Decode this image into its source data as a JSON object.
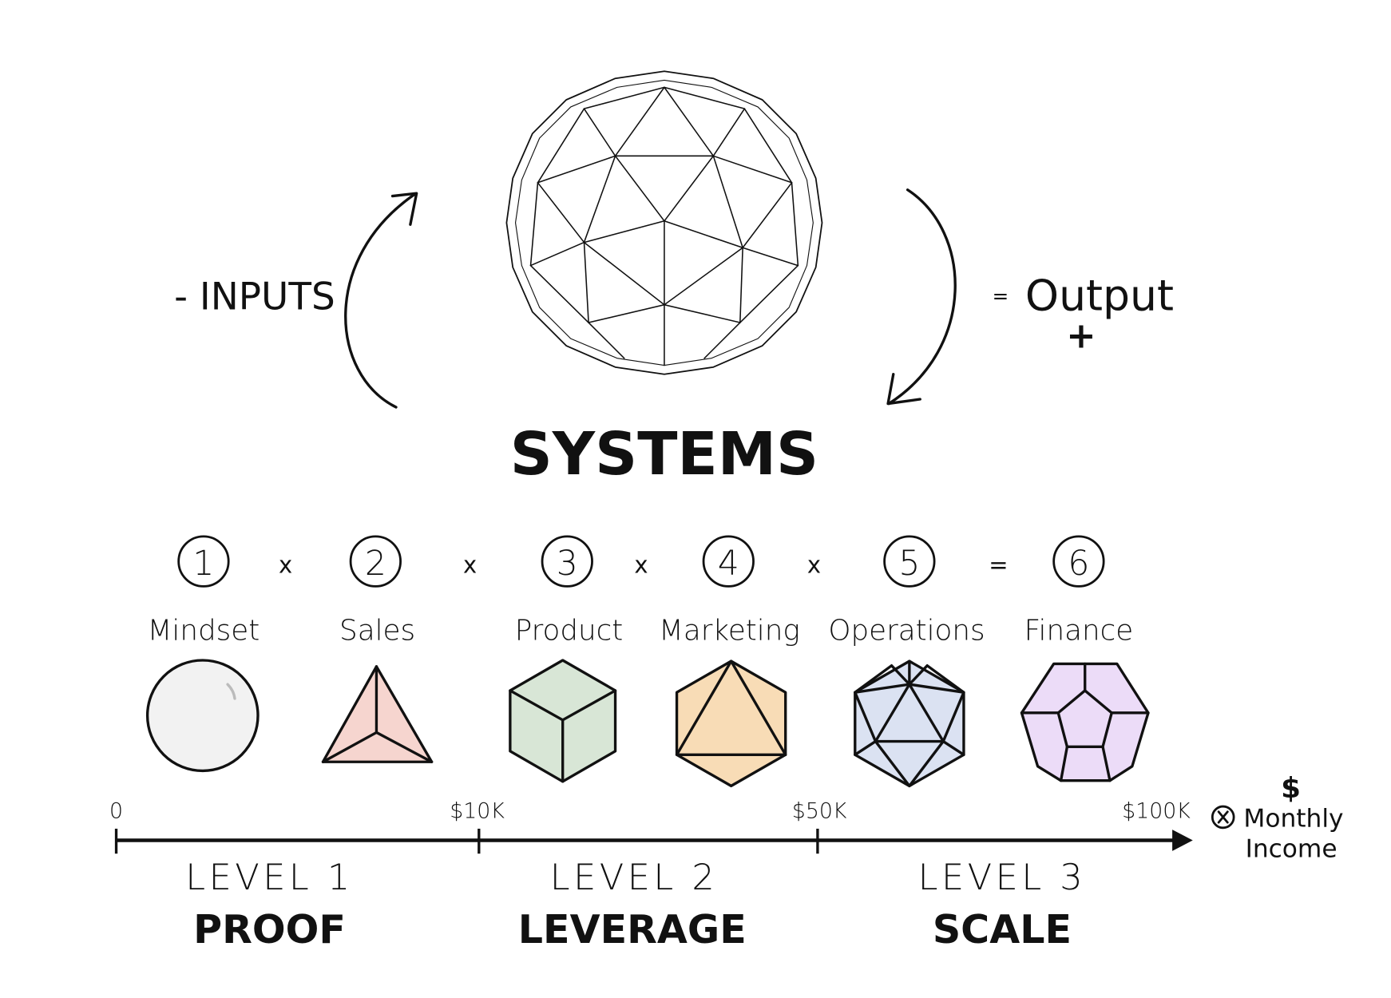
{
  "header": {
    "inputs_label": "- INPUTS",
    "equals": "=",
    "output_label": "Output",
    "plus": "+",
    "systems_title": "SYSTEMS"
  },
  "steps": [
    {
      "number": "1",
      "label": "Mindset",
      "shape": "sphere",
      "color": "#f2f2f2"
    },
    {
      "number": "2",
      "label": "Sales",
      "shape": "tetrahedron",
      "color": "#f6d5cf"
    },
    {
      "number": "3",
      "label": "Product",
      "shape": "cube",
      "color": "#d8e6d6"
    },
    {
      "number": "4",
      "label": "Marketing",
      "shape": "octahedron",
      "color": "#f8dcb6"
    },
    {
      "number": "5",
      "label": "Operations",
      "shape": "icosahedron",
      "color": "#dbe2f2"
    },
    {
      "number": "6",
      "label": "Finance",
      "shape": "dodecahedron",
      "color": "#ecdcf8"
    }
  ],
  "operators": [
    "x",
    "x",
    "x",
    "x",
    "="
  ],
  "axis": {
    "ticks": [
      "0",
      "$10K",
      "$50K",
      "$100K"
    ],
    "unit_symbol": "$",
    "unit_icon": "multiply-circle-icon",
    "unit_label_line1": "Monthly",
    "unit_label_line2": "Income"
  },
  "levels": [
    {
      "level": "LEVEL 1",
      "name": "PROOF"
    },
    {
      "level": "LEVEL 2",
      "name": "LEVERAGE"
    },
    {
      "level": "LEVEL 3",
      "name": "SCALE"
    }
  ]
}
